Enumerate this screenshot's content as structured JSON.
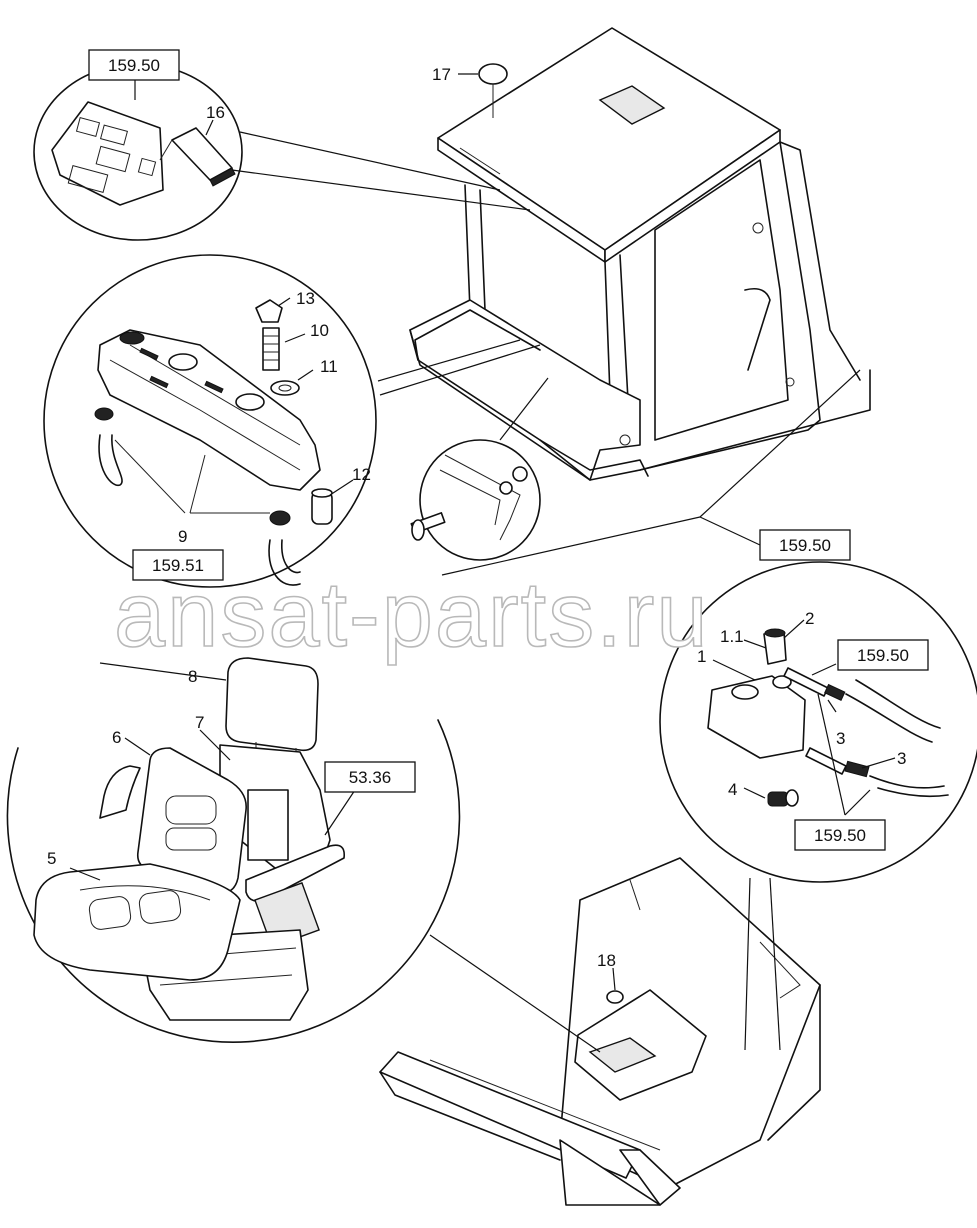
{
  "diagram": {
    "callouts": {
      "c1": "1",
      "c1_1": "1.1",
      "c2": "2",
      "c3a": "3",
      "c3b": "3",
      "c4": "4",
      "c5": "5",
      "c6": "6",
      "c7": "7",
      "c8": "8",
      "c9": "9",
      "c10": "10",
      "c11": "11",
      "c12": "12",
      "c13": "13",
      "c16": "16",
      "c17": "17",
      "c18": "18"
    },
    "references": {
      "r_top": "159.50",
      "r_cab": "159.50",
      "r_tank": "159.51",
      "r_seat": "53.36",
      "r_washer_top": "159.50",
      "r_washer_bottom": "159.50"
    },
    "watermark": "ansat-parts.ru"
  }
}
